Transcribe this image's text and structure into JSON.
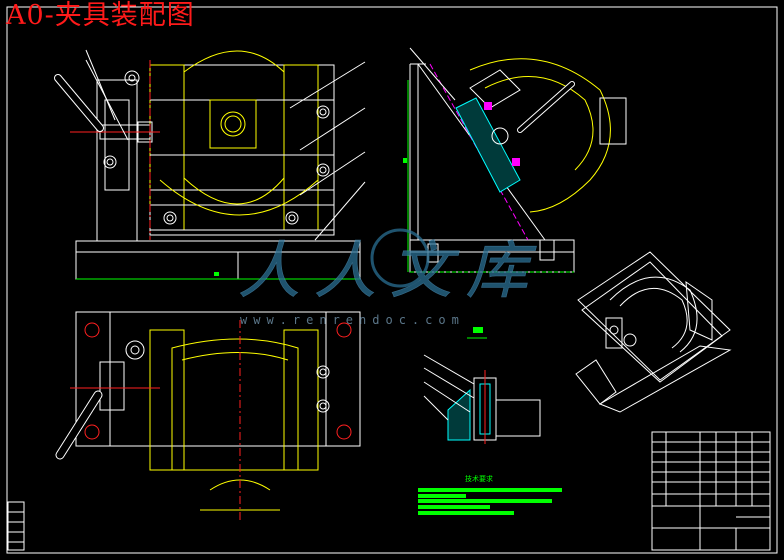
{
  "title": "A0-夹具装配图",
  "watermark": {
    "logo_text": "人人文库",
    "url": "www.renrendoc.com"
  },
  "technical_requirements": {
    "heading": "技术要求",
    "line_count": 5
  },
  "colors": {
    "background": "#000000",
    "outline": "#ffffff",
    "contour": "#ffff00",
    "centerline": "#ff2020",
    "green": "#00ff00",
    "magenta": "#ff00ff",
    "cyan": "#00ffff",
    "watermark": "#2a6f93",
    "title": "#ff1a1a"
  },
  "icons": [
    "handle-lever",
    "hex-nut",
    "bolt",
    "spring",
    "cylinder-bore"
  ]
}
